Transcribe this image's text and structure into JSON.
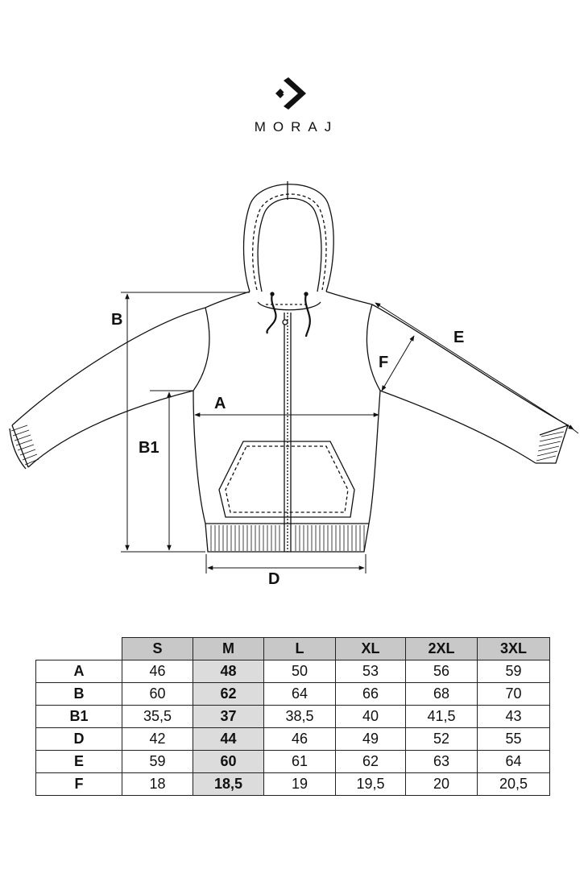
{
  "brand": {
    "name": "MORAJ"
  },
  "diagram": {
    "labels": {
      "A": "A",
      "B": "B",
      "B1": "B1",
      "D": "D",
      "E": "E",
      "F": "F"
    }
  },
  "size_table": {
    "columns": [
      "S",
      "M",
      "L",
      "XL",
      "2XL",
      "3XL"
    ],
    "highlighted_column": "M",
    "rows": [
      {
        "label": "A",
        "values": [
          "46",
          "48",
          "50",
          "53",
          "56",
          "59"
        ]
      },
      {
        "label": "B",
        "values": [
          "60",
          "62",
          "64",
          "66",
          "68",
          "70"
        ]
      },
      {
        "label": "B1",
        "values": [
          "35,5",
          "37",
          "38,5",
          "40",
          "41,5",
          "43"
        ]
      },
      {
        "label": "D",
        "values": [
          "42",
          "44",
          "46",
          "49",
          "52",
          "55"
        ]
      },
      {
        "label": "E",
        "values": [
          "59",
          "60",
          "61",
          "62",
          "63",
          "64"
        ]
      },
      {
        "label": "F",
        "values": [
          "18",
          "18,5",
          "19",
          "19,5",
          "20",
          "20,5"
        ]
      }
    ]
  },
  "colors": {
    "header_bg": "#c8c8c8",
    "highlight_bg": "#dcdcdc",
    "line": "#111111"
  }
}
